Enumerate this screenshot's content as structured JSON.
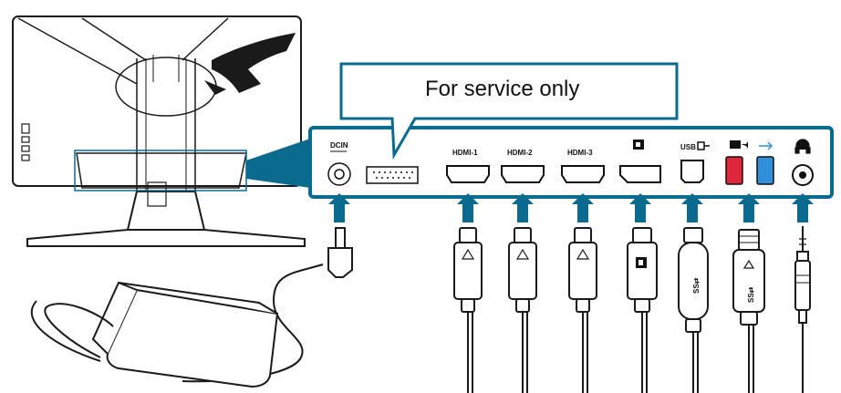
{
  "callout": {
    "text": "For service only"
  },
  "ports": {
    "dcin": "DCIN",
    "hdmi1": "HDMI-1",
    "hdmi2": "HDMI-2",
    "hdmi3": "HDMI-3",
    "usb_upstream": "USB"
  },
  "cable_marks": {
    "usb_logo": "SS⇄",
    "ss_small": "SS⇄"
  },
  "colors": {
    "teal": "#0b6b8f",
    "usb_red": "#e0263a",
    "usb_blue": "#2f8fd8",
    "line": "#1a1a1a"
  },
  "icons": [
    "monitor-rear-view",
    "rog-logo",
    "power-adapter",
    "dc-jack-icon",
    "displayport-icon",
    "usb-b-icon",
    "usb-charge-icon",
    "headphone-icon"
  ]
}
